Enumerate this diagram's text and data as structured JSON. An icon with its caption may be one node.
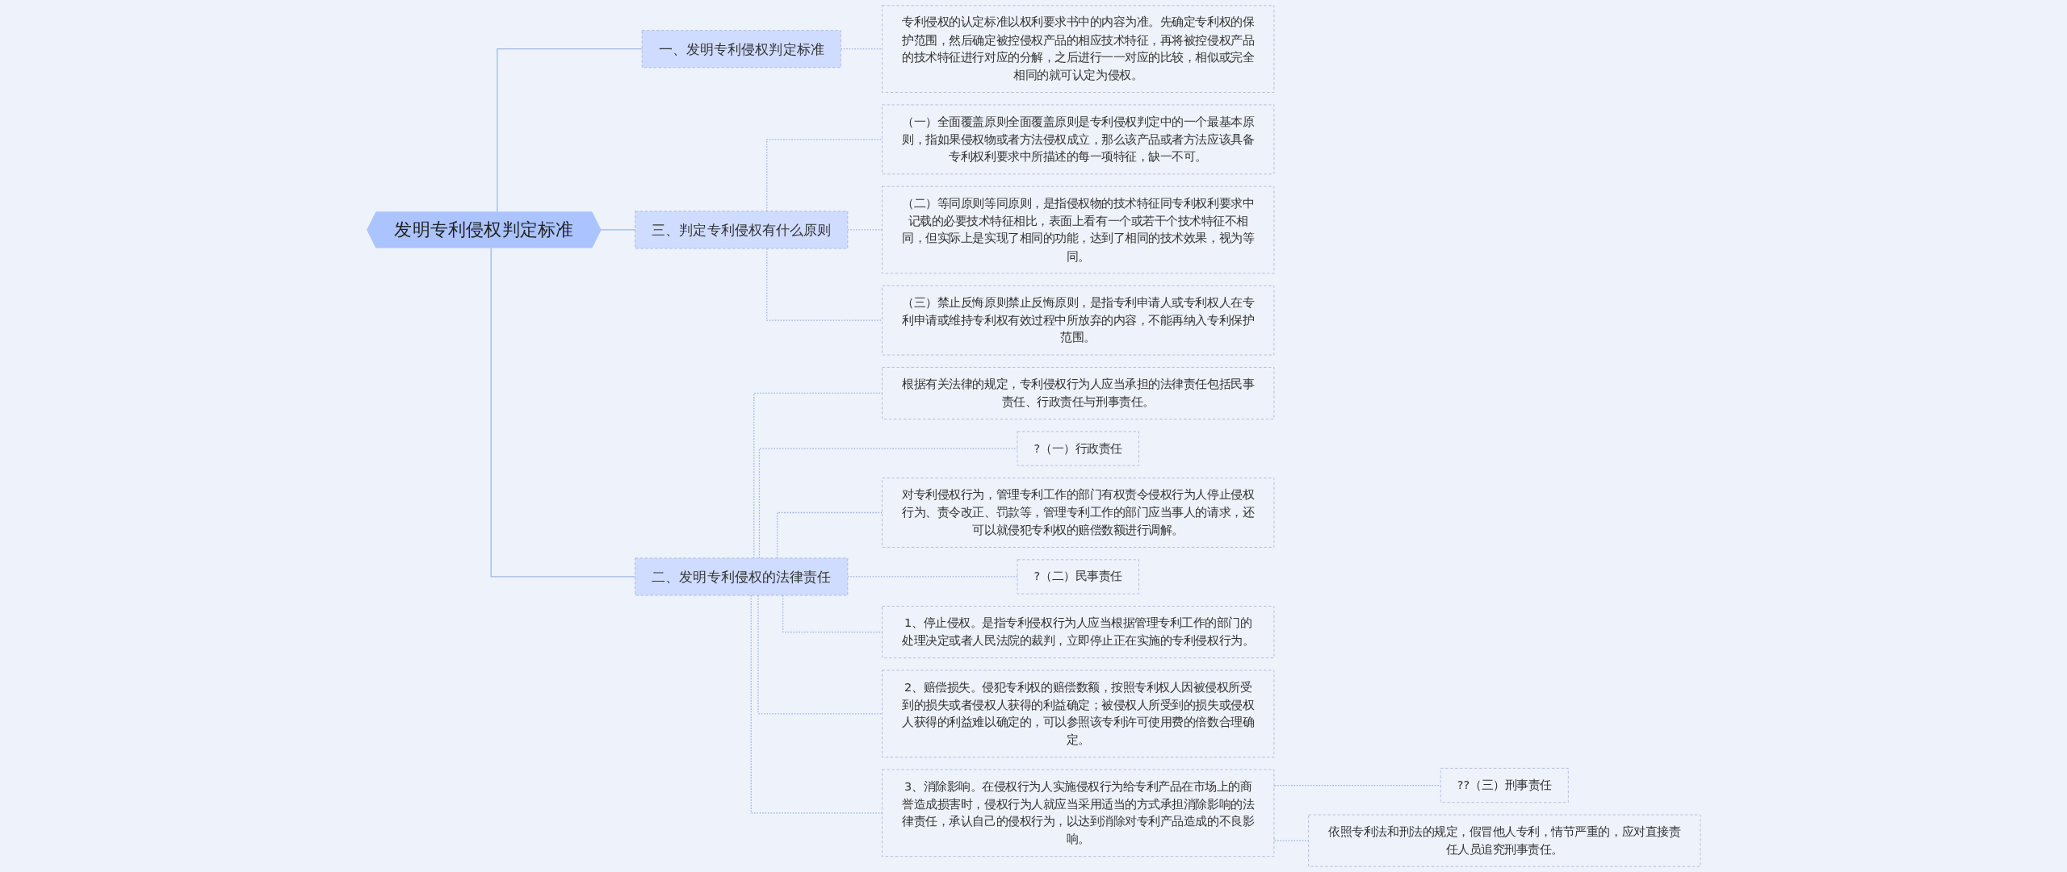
{
  "diagram": {
    "nodes": [
      {
        "text": [
          "发明专利侵权判定标准"
        ]
      },
      {
        "text": [
          "一、发明专利侵权判定标准"
        ]
      },
      {
        "text": [
          "专利侵权的认定标准以权利要求书中的内容为准。先确定专利权的保护范围，然后确定被控侵权产品的相应技术特征，再将被控侵权产品的技术特征进行对应的分解，之后进行一一对应的比较，相似或完全相同的就可认定为侵权。"
        ]
      },
      {
        "text": [
          "三、判定专利侵权有什么原则"
        ]
      },
      {
        "text": [
          "（一）全面覆盖原则全面覆盖原则是专利侵权判定中的一个最基本原则，指如果侵权物或者方法侵权成立，那么该产品或者方法应该具备专利权利要求中所描述的每一项特征，缺一不可。"
        ]
      },
      {
        "text": [
          "（二）等同原则等同原则，是指侵权物的技术特征同专利权利要求中记载的必要技术特征相比，表面上看有一个或若干个技术特征不相同，但实际上是实现了相同的功能，达到了相同的技术效果，视为等同。"
        ]
      },
      {
        "text": [
          "（三）禁止反悔原则禁止反悔原则，是指专利申请人或专利权人在专利申请或维持专利权有效过程中所放弃的内容，不能再纳入专利保护范围。"
        ]
      },
      {
        "text": [
          "二、发明专利侵权的法律责任"
        ]
      },
      {
        "text": [
          "根据有关法律的规定，专利侵权行为人应当承担的法律责任包括民事责任、行政责任与刑事责任。"
        ]
      },
      {
        "text": [
          "?（一）行政责任"
        ]
      },
      {
        "text": [
          "对专利侵权行为，管理专利工作的部门有权责令侵权行为人停止侵权行为、责令改正、罚款等，管理专利工作的部门应当事人的请求，还可以就侵犯专利权的赔偿数额进行调解。"
        ]
      },
      {
        "text": [
          "?（二）民事责任"
        ]
      },
      {
        "text": [
          "1、停止侵权。是指专利侵权行为人应当根据管理专利工作的部门的处理决定或者人民法院的裁判，立即停止正在实施的专利侵权行为。"
        ]
      },
      {
        "text": [
          "2、赔偿损失。侵犯专利权的赔偿数额，按照专利权人因被侵权所受到的损失或者侵权人获得的利益确定；被侵权人所受到的损失或侵权人获得的利益难以确定的，可以参照该专利许可使用费的倍数合理确定。"
        ]
      },
      {
        "text": [
          "3、消除影响。在侵权行为人实施侵权行为给专利产品在市场上的商誉造成损害时，侵权行为人就应当采用适当的方式承担消除影响的法律责任，承认自己的侵权行为，以达到消除对专利产品造成的不良影响。"
        ]
      },
      {
        "text": [
          "??（三）刑事责任"
        ]
      },
      {
        "text": [
          "依照专利法和刑法的规定，假冒他人专利，情节严重的，应对直接责任人员追究刑事责任。"
        ]
      }
    ],
    "edges": [
      {
        "from": 0,
        "to": 1,
        "arrow": "none"
      },
      {
        "from": 1,
        "to": 2,
        "arrow": "none",
        "style": "dashed"
      },
      {
        "from": 0,
        "to": 3,
        "arrow": "none"
      },
      {
        "from": 3,
        "to": 4,
        "arrow": "none",
        "style": "dashed"
      },
      {
        "from": 3,
        "to": 5,
        "arrow": "none",
        "style": "dashed"
      },
      {
        "from": 3,
        "to": 6,
        "arrow": "none",
        "style": "dashed"
      },
      {
        "from": 0,
        "to": 7,
        "arrow": "none"
      },
      {
        "from": 7,
        "to": 8,
        "arrow": "none",
        "style": "dashed"
      },
      {
        "from": 7,
        "to": 9,
        "arrow": "none",
        "style": "dashed"
      },
      {
        "from": 7,
        "to": 10,
        "arrow": "none",
        "style": "dashed"
      },
      {
        "from": 7,
        "to": 11,
        "arrow": "none",
        "style": "dashed"
      },
      {
        "from": 7,
        "to": 12,
        "arrow": "none",
        "style": "dashed"
      },
      {
        "from": 7,
        "to": 13,
        "arrow": "none",
        "style": "dashed"
      },
      {
        "from": 7,
        "to": 14,
        "arrow": "none",
        "style": "dashed"
      },
      {
        "from": 14,
        "to": 15,
        "arrow": "none",
        "style": "dashed"
      },
      {
        "from": 14,
        "to": 16,
        "arrow": "none",
        "style": "dashed"
      }
    ]
  }
}
